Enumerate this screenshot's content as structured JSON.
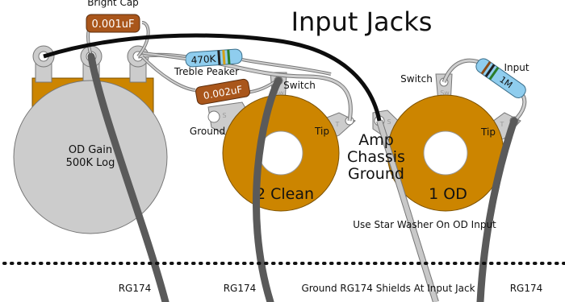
{
  "diagram": {
    "title": "Input Jacks",
    "pot": {
      "name": "OD Gain",
      "value": "500K Log"
    },
    "caps": {
      "bright_cap_label": "Bright Cap",
      "bright_cap_value": "0.001uF",
      "treble_cap_value": "0.002uF"
    },
    "resistors": {
      "treble_peaker_label": "Treble Peaker",
      "r470k": "470K",
      "input_label": "Input",
      "r1m": "1M"
    },
    "jacks": {
      "clean": {
        "label": "2 Clean",
        "switch": "Switch",
        "ground": "Ground",
        "tip": "Tip"
      },
      "od": {
        "label": "1 OD",
        "switch": "Switch",
        "tip": "Tip"
      },
      "lug_s": "S",
      "lug_sw": "Sw",
      "lug_t": "T"
    },
    "notes": {
      "amp": "Amp",
      "chassis": "Chassis",
      "ground": "Ground",
      "star_washer": "Use Star Washer On OD Input",
      "shield_note": "Ground RG174 Shields At Input Jack"
    },
    "cables": [
      "RG174",
      "RG174",
      "RG174"
    ],
    "colors": {
      "jack_body": "#cc8500",
      "pot_body": "#cccccc",
      "pot_plate": "#cc8500",
      "cap_body": "#a9561b",
      "resistor_body": "#8fcdee",
      "wire_black": "#0d0d0d",
      "cable_gray": "#5a5a5a",
      "ground_wire": "#b8b8b8"
    }
  }
}
